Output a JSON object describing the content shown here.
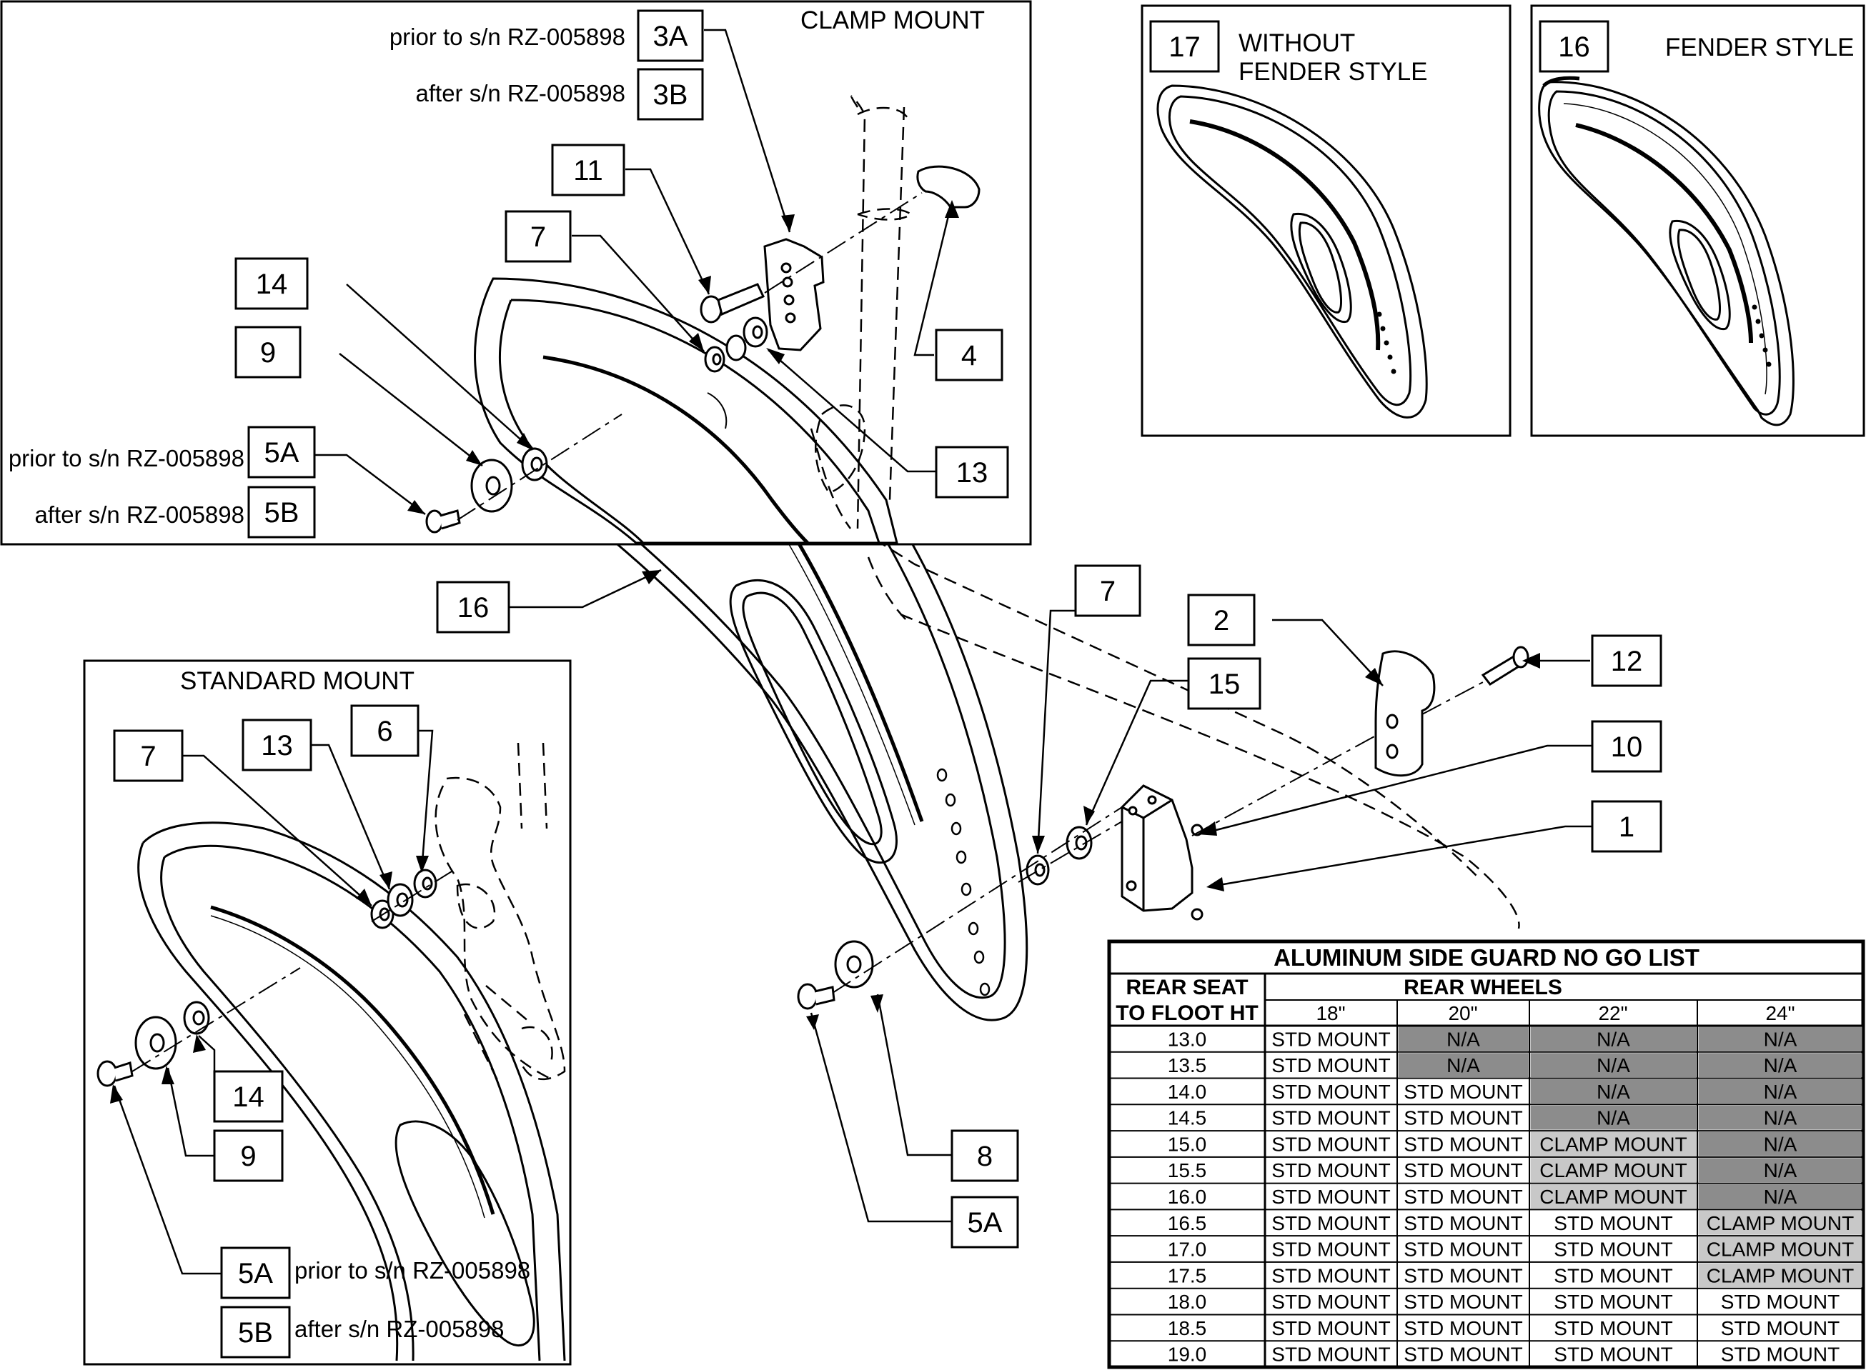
{
  "panels": {
    "clamp_mount": {
      "title": "CLAMP MOUNT"
    },
    "standard_mount": {
      "title": "STANDARD  MOUNT"
    },
    "without_fender": {
      "title_line1": "WITHOUT",
      "title_line2": "FENDER STYLE",
      "callout": "17"
    },
    "fender": {
      "title": "FENDER STYLE",
      "callout": "16"
    }
  },
  "callouts": {
    "clamp": {
      "c3a": "3A",
      "c3b": "3B",
      "c11": "11",
      "c7": "7",
      "c14": "14",
      "c9": "9",
      "c5a": "5A",
      "c5b": "5B",
      "c4": "4",
      "c13": "13",
      "note_3a": "prior to s/n RZ-005898",
      "note_3b": "after s/n RZ-005898",
      "note_5a": "prior to s/n RZ-005898",
      "note_5b": "after s/n RZ-005898"
    },
    "main": {
      "c16": "16",
      "c7": "7",
      "c2": "2",
      "c12": "12",
      "c15": "15",
      "c10": "10",
      "c1": "1",
      "c8": "8",
      "c5a": "5A"
    },
    "standard": {
      "c7": "7",
      "c13": "13",
      "c6": "6",
      "c14": "14",
      "c9": "9",
      "c5a": "5A",
      "c5b": "5B",
      "note_5a": "prior to s/n RZ-005898",
      "note_5b": "after s/n RZ-005898"
    }
  },
  "table": {
    "title": "ALUMINUM SIDE GUARD NO GO LIST",
    "row_header_line1": "REAR SEAT",
    "row_header_line2": "TO FLOOT HT",
    "group_header": "REAR WHEELS",
    "columns": [
      "18\"",
      "20\"",
      "22\"",
      "24\""
    ],
    "rows": [
      {
        "ht": "13.0",
        "cells": [
          "STD MOUNT",
          "N/A",
          "N/A",
          "N/A"
        ]
      },
      {
        "ht": "13.5",
        "cells": [
          "STD MOUNT",
          "N/A",
          "N/A",
          "N/A"
        ]
      },
      {
        "ht": "14.0",
        "cells": [
          "STD MOUNT",
          "STD MOUNT",
          "N/A",
          "N/A"
        ]
      },
      {
        "ht": "14.5",
        "cells": [
          "STD MOUNT",
          "STD MOUNT",
          "N/A",
          "N/A"
        ]
      },
      {
        "ht": "15.0",
        "cells": [
          "STD MOUNT",
          "STD MOUNT",
          "CLAMP MOUNT",
          "N/A"
        ]
      },
      {
        "ht": "15.5",
        "cells": [
          "STD MOUNT",
          "STD MOUNT",
          "CLAMP MOUNT",
          "N/A"
        ]
      },
      {
        "ht": "16.0",
        "cells": [
          "STD MOUNT",
          "STD MOUNT",
          "CLAMP MOUNT",
          "N/A"
        ]
      },
      {
        "ht": "16.5",
        "cells": [
          "STD MOUNT",
          "STD MOUNT",
          "STD MOUNT",
          "CLAMP MOUNT"
        ]
      },
      {
        "ht": "17.0",
        "cells": [
          "STD MOUNT",
          "STD MOUNT",
          "STD MOUNT",
          "CLAMP MOUNT"
        ]
      },
      {
        "ht": "17.5",
        "cells": [
          "STD MOUNT",
          "STD MOUNT",
          "STD MOUNT",
          "CLAMP MOUNT"
        ]
      },
      {
        "ht": "18.0",
        "cells": [
          "STD MOUNT",
          "STD MOUNT",
          "STD MOUNT",
          "STD MOUNT"
        ]
      },
      {
        "ht": "18.5",
        "cells": [
          "STD MOUNT",
          "STD MOUNT",
          "STD MOUNT",
          "STD MOUNT"
        ]
      },
      {
        "ht": "19.0",
        "cells": [
          "STD MOUNT",
          "STD MOUNT",
          "STD MOUNT",
          "STD MOUNT"
        ]
      }
    ]
  },
  "colors": {
    "na_fill": "#8c8c8c",
    "clamp_fill": "#c8c8c8",
    "line": "#000000"
  }
}
